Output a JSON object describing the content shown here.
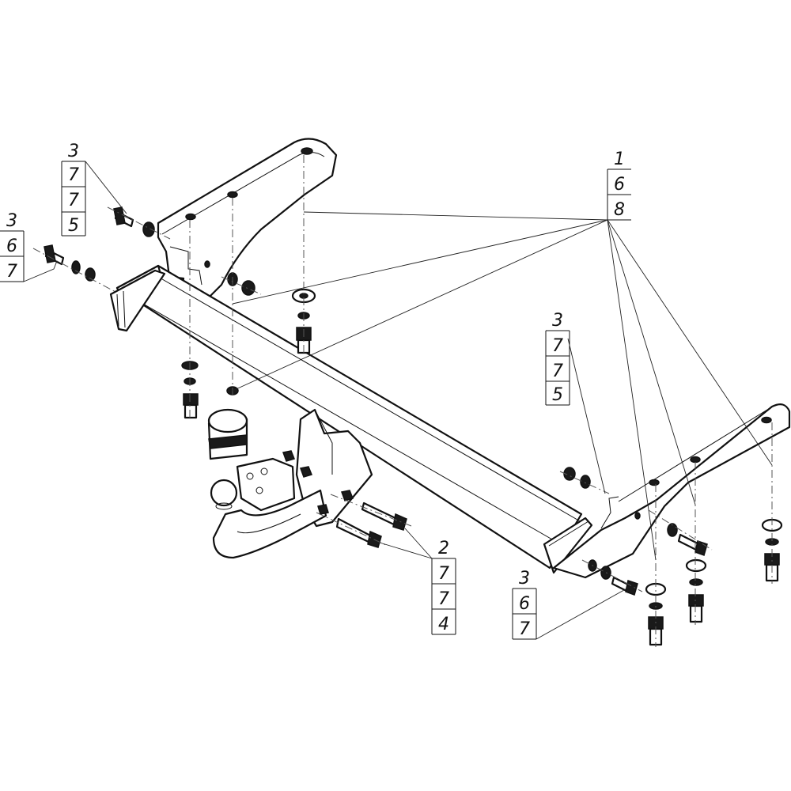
{
  "callouts": [
    {
      "id": "c-top-left",
      "lines": [
        "3",
        "7",
        "7",
        "5"
      ]
    },
    {
      "id": "c-left",
      "lines": [
        "3",
        "6",
        "7"
      ]
    },
    {
      "id": "c-top-right",
      "lines": [
        "1",
        "6",
        "8"
      ]
    },
    {
      "id": "c-mid-right",
      "lines": [
        "3",
        "7",
        "7",
        "5"
      ]
    },
    {
      "id": "c-bottom-mid",
      "lines": [
        "2",
        "7",
        "7",
        "4"
      ]
    },
    {
      "id": "c-bottom-right",
      "lines": [
        "3",
        "6",
        "7"
      ]
    }
  ],
  "icons": {
    "bolt": "hex-bolt-icon",
    "nut": "hex-nut-icon",
    "washer": "washer-icon",
    "tow_ball": "tow-ball-icon"
  },
  "colors": {
    "line": "#111111",
    "background": "#ffffff"
  }
}
